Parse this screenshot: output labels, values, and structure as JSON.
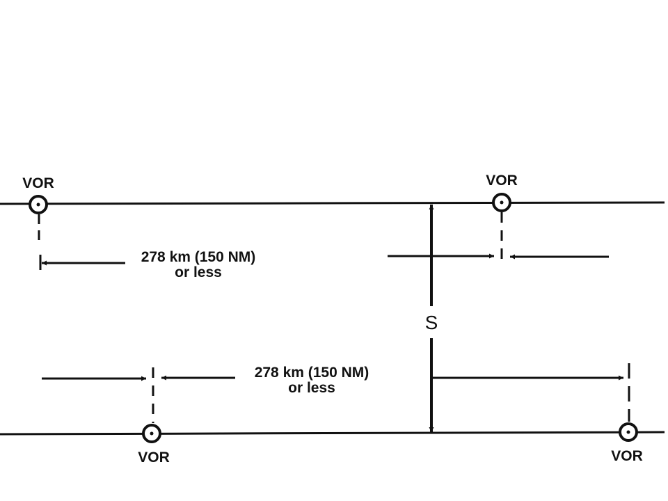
{
  "labels": {
    "vor_top_left": "VOR",
    "vor_top_right": "VOR",
    "vor_bottom_left": "VOR",
    "vor_bottom_right": "VOR",
    "distance_top_line1": "278 km (150 NM)",
    "distance_top_line2": "or less",
    "distance_bottom_line1": "278 km (150 NM)",
    "distance_bottom_line2": "or less",
    "separation": "S"
  },
  "colors": {
    "ink": "#111111",
    "background": "#ffffff"
  }
}
